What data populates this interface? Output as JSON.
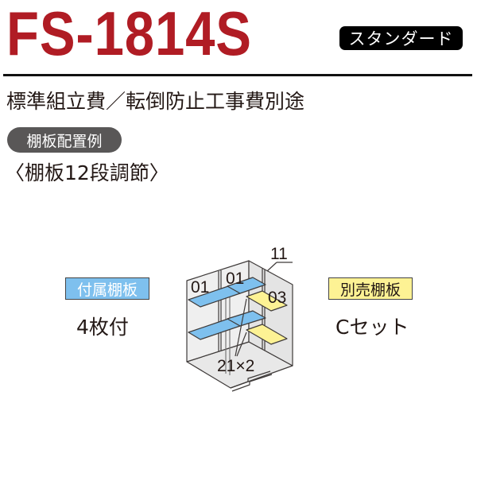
{
  "header": {
    "model": "FS-1814S",
    "grade_badge": "スタンダード",
    "subtitle": "標準組立費／転倒防止工事費別途"
  },
  "shelf_section": {
    "pill_label": "棚板配置例",
    "adjustment": "〈棚板12段調節〉"
  },
  "included": {
    "tag": "付属棚板",
    "value": "4枚付",
    "color": "#7ec0ee"
  },
  "optional": {
    "tag": "別売棚板",
    "value": "Cセット",
    "color": "#fdf294"
  },
  "diagram": {
    "labels": {
      "shelf_left": "01",
      "shelf_middle": "01",
      "shelf_right": "03",
      "top_callout": "11",
      "bottom_callout": "21×2"
    }
  },
  "colors": {
    "model_red": "#b01c24",
    "badge_black": "#000000",
    "pill_gray": "#595757"
  }
}
